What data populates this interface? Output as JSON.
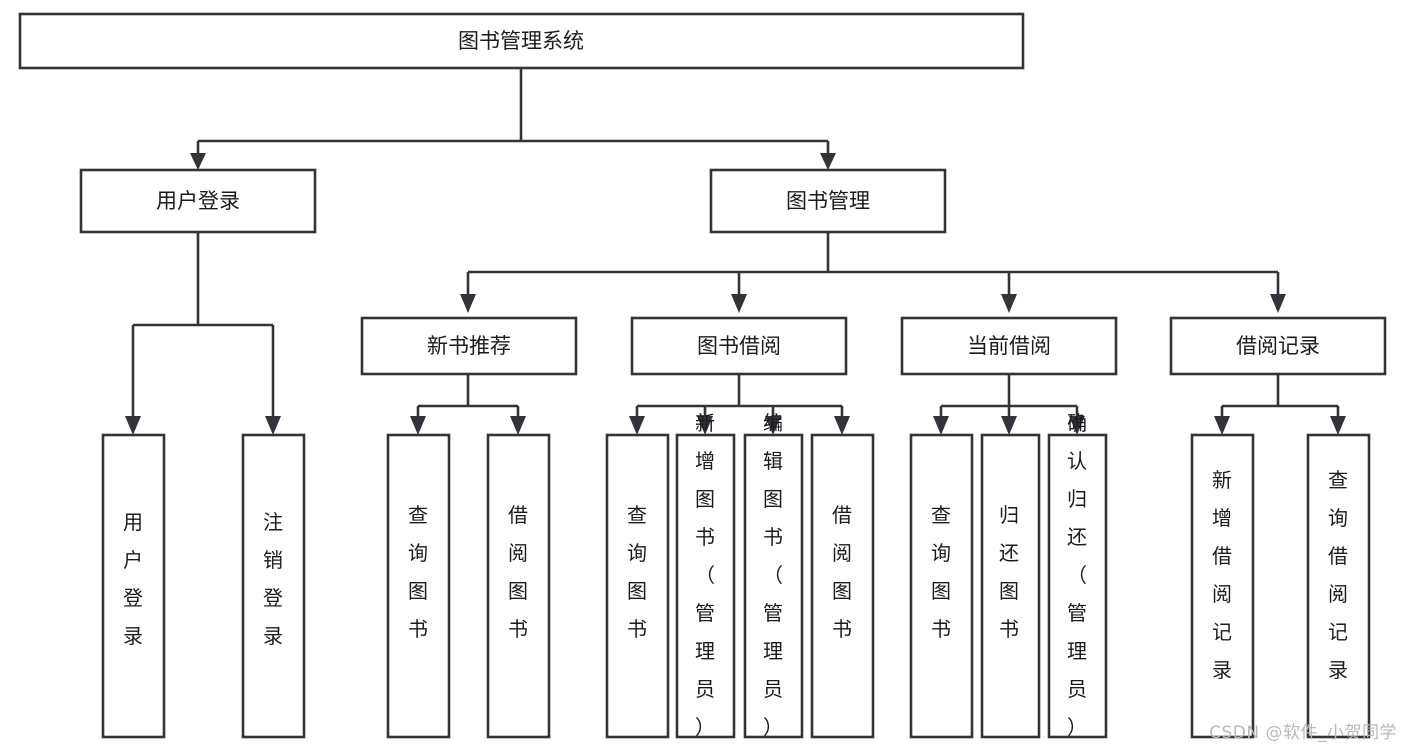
{
  "diagram": {
    "title": "图书管理系统",
    "type": "tree-hierarchy-diagram",
    "watermark": "CSDN @软件_小贺同学",
    "colors": {
      "stroke": "#33333a",
      "fill": "#ffffff",
      "text": "#1b1b1f",
      "watermark": "#b9b9bd",
      "background": "#ffffff"
    },
    "levels": [
      {
        "level": 1,
        "nodes": [
          {
            "id": "root",
            "label": "图书管理系统",
            "orientation": "horizontal"
          }
        ]
      },
      {
        "level": 2,
        "nodes": [
          {
            "id": "user-login",
            "label": "用户登录",
            "orientation": "horizontal",
            "parent": "root"
          },
          {
            "id": "book-manage",
            "label": "图书管理",
            "orientation": "horizontal",
            "parent": "root"
          }
        ]
      },
      {
        "level": 3,
        "nodes": [
          {
            "id": "new-book-rec",
            "label": "新书推荐",
            "orientation": "horizontal",
            "parent": "book-manage"
          },
          {
            "id": "book-borrow",
            "label": "图书借阅",
            "orientation": "horizontal",
            "parent": "book-manage"
          },
          {
            "id": "current-borrow",
            "label": "当前借阅",
            "orientation": "horizontal",
            "parent": "book-manage"
          },
          {
            "id": "borrow-record",
            "label": "借阅记录",
            "orientation": "horizontal",
            "parent": "book-manage"
          }
        ]
      },
      {
        "level": 4,
        "nodes": [
          {
            "id": "leaf-user-login",
            "label": "用户登录",
            "orientation": "vertical",
            "parent": "user-login"
          },
          {
            "id": "leaf-logout",
            "label": "注销登录",
            "orientation": "vertical",
            "parent": "user-login"
          },
          {
            "id": "leaf-query-book-1",
            "label": "查询图书",
            "orientation": "vertical",
            "parent": "new-book-rec"
          },
          {
            "id": "leaf-borrow-book-1",
            "label": "借阅图书",
            "orientation": "vertical",
            "parent": "new-book-rec"
          },
          {
            "id": "leaf-query-book-2",
            "label": "查询图书",
            "orientation": "vertical",
            "parent": "book-borrow"
          },
          {
            "id": "leaf-add-book",
            "label": "新增图书（管理员）",
            "orientation": "vertical",
            "parent": "book-borrow"
          },
          {
            "id": "leaf-edit-book",
            "label": "编辑图书（管理员）",
            "orientation": "vertical",
            "parent": "book-borrow"
          },
          {
            "id": "leaf-borrow-book-2",
            "label": "借阅图书",
            "orientation": "vertical",
            "parent": "book-borrow"
          },
          {
            "id": "leaf-query-book-3",
            "label": "查询图书",
            "orientation": "vertical",
            "parent": "current-borrow"
          },
          {
            "id": "leaf-return-book",
            "label": "归还图书",
            "orientation": "vertical",
            "parent": "current-borrow"
          },
          {
            "id": "leaf-confirm-return",
            "label": "确认归还（管理员）",
            "orientation": "vertical",
            "parent": "current-borrow"
          },
          {
            "id": "leaf-add-record",
            "label": "新增借阅记录",
            "orientation": "vertical",
            "parent": "borrow-record"
          },
          {
            "id": "leaf-query-record",
            "label": "查询借阅记录",
            "orientation": "vertical",
            "parent": "borrow-record"
          }
        ]
      }
    ]
  }
}
